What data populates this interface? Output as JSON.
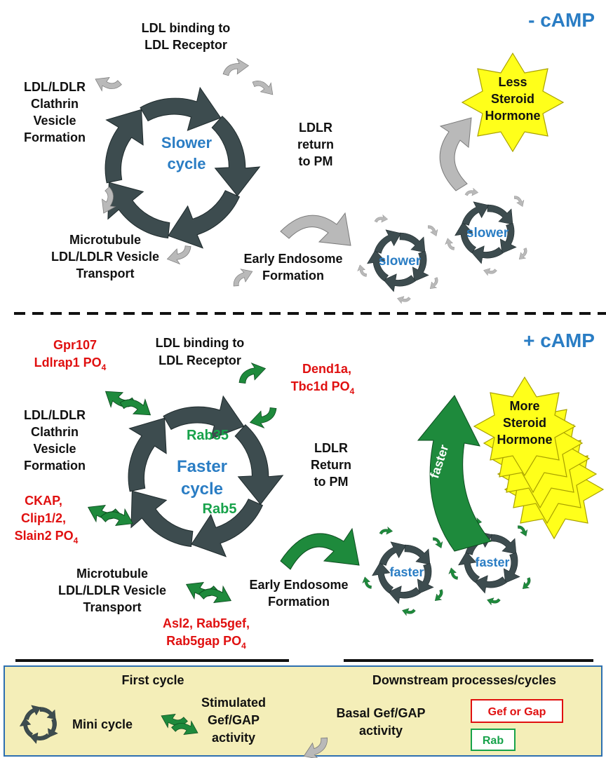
{
  "top": {
    "condition": "- cAMP",
    "cycle_label": [
      "Slower",
      "cycle"
    ],
    "steps": {
      "ldl_binding": [
        "LDL binding to",
        "LDL Receptor"
      ],
      "clathrin": [
        "LDL/LDLR",
        "Clathrin",
        "Vesicle",
        "Formation"
      ],
      "ldlr_return": [
        "LDLR",
        "return",
        "to PM"
      ],
      "microtubule": [
        "Microtubule",
        "LDL/LDLR Vesicle",
        "Transport"
      ],
      "endosome": [
        "Early Endosome",
        "Formation"
      ]
    },
    "star": [
      "Less",
      "Steroid",
      "Hormone"
    ],
    "mini_label": "slower"
  },
  "bottom": {
    "condition": "+ cAMP",
    "cycle_label": [
      "Faster",
      "cycle"
    ],
    "rab_top": "Rab35",
    "rab_bottom": "Rab5",
    "steps": {
      "ldl_binding": [
        "LDL binding to",
        "LDL Receptor"
      ],
      "clathrin": [
        "LDL/LDLR",
        "Clathrin",
        "Vesicle",
        "Formation"
      ],
      "ldlr_return": [
        "LDLR",
        "Return",
        "to PM"
      ],
      "microtubule": [
        "Microtubule",
        "LDL/LDLR Vesicle",
        "Transport"
      ],
      "endosome": [
        "Early Endosome",
        "Formation"
      ]
    },
    "regulators": {
      "gpr107": [
        "Gpr107",
        "Ldlrap1 PO",
        "4"
      ],
      "dend1a": [
        "Dend1a,",
        "Tbc1d PO",
        "4"
      ],
      "ckap": [
        "CKAP,",
        "Clip1/2,",
        "Slain2 PO",
        "4"
      ],
      "asl2": [
        "Asl2, Rab5gef,",
        "Rab5gap PO",
        "4"
      ]
    },
    "star": [
      "More",
      "Steroid",
      "Hormone"
    ],
    "arrow_label": "faster",
    "mini_label": "faster"
  },
  "legend": {
    "first_cycle": "First cycle",
    "downstream": "Downstream processes/cycles",
    "mini_cycle": "Mini cycle",
    "stimulated": [
      "Stimulated",
      "Gef/GAP",
      "activity"
    ],
    "basal": [
      "Basal Gef/GAP",
      "activity"
    ],
    "gef_gap": "Gef or Gap",
    "rab": "Rab",
    "colors": {
      "background": "#f4eeb8",
      "border": "#2d6fb0",
      "gef_box": "#e01010",
      "rab_box": "#17a24a"
    }
  },
  "colors": {
    "cycle_arrow": "#3d4c4f",
    "stimulated_arrow": "#1e8a3c",
    "basal_arrow": "#b9b9b9",
    "star": "#ffff1a",
    "blue_text": "#2a7dc4",
    "red_text": "#e01010",
    "green_text": "#17a24a"
  }
}
